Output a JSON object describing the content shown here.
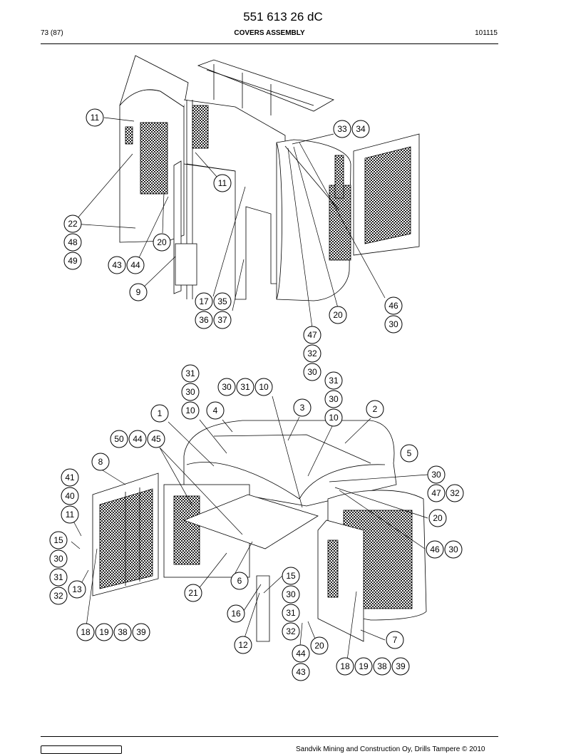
{
  "header": {
    "doc_number": "551 613 26 dC",
    "page": "73 (87)",
    "title": "COVERS ASSEMBLY",
    "date": "101115"
  },
  "footer": {
    "copyright": "Sandvik Mining and Construction Oy, Drills Tampere © 2010"
  },
  "balloons": [
    "11",
    "33",
    "34",
    "11",
    "22",
    "48",
    "49",
    "20",
    "43",
    "44",
    "9",
    "17",
    "35",
    "36",
    "37",
    "20",
    "46",
    "30",
    "47",
    "32",
    "30",
    "31",
    "30",
    "30",
    "31",
    "10",
    "31",
    "30",
    "10",
    "4",
    "3",
    "10",
    "2",
    "1",
    "50",
    "44",
    "45",
    "5",
    "8",
    "41",
    "40",
    "30",
    "47",
    "32",
    "11",
    "20",
    "15",
    "30",
    "46",
    "30",
    "31",
    "32",
    "13",
    "6",
    "15",
    "21",
    "30",
    "16",
    "31",
    "32",
    "18",
    "19",
    "38",
    "39",
    "12",
    "7",
    "20",
    "44",
    "43",
    "18",
    "19",
    "38",
    "39"
  ]
}
